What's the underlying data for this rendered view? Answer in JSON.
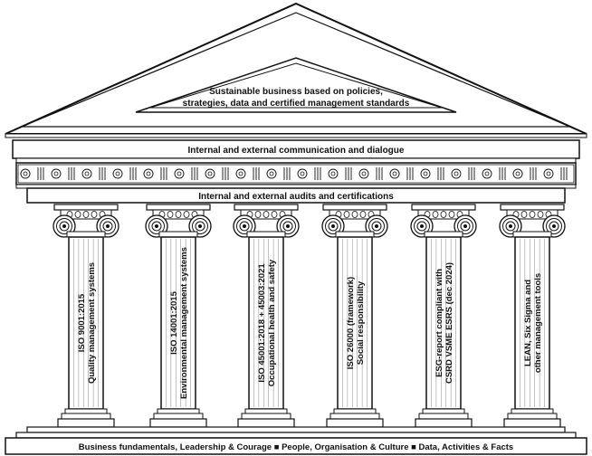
{
  "pediment": {
    "line1": "Sustainable business based on policies,",
    "line2": "strategies, data and certified management standards"
  },
  "communication_band": "Internal and external communication and dialogue",
  "audits_band": "Internal and external audits and certifications",
  "columns": [
    {
      "line1": "ISO 9001:2015",
      "line2": "Quality management systems"
    },
    {
      "line1": "ISO 14001:2015",
      "line2": "Environmental management systems"
    },
    {
      "line1": "ISO 45001:2018 + 45003:2021",
      "line2": "Occupational health and safety"
    },
    {
      "line1": "ISO 26000 (framework)",
      "line2": "Social responsibility"
    },
    {
      "line1": "ESG-report compliant with",
      "line2": "CSRD VSME ESRS (dec 2024)"
    },
    {
      "line1": "LEAN, Six Sigma and",
      "line2": "other management tools"
    }
  ],
  "foundation": "Business fundamentals, Leadership & Courage ■ People, Organisation & Culture ■ Data, Activities & Facts"
}
